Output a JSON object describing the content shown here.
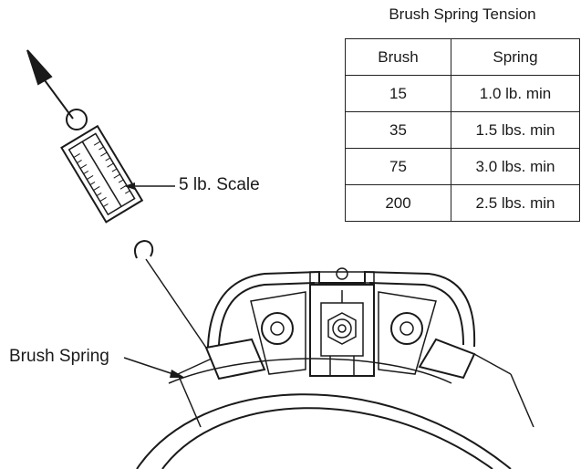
{
  "table": {
    "title": "Brush Spring Tension",
    "headers": [
      "Brush",
      "Spring"
    ],
    "rows": [
      [
        "15",
        "1.0 lb. min"
      ],
      [
        "35",
        "1.5 lbs. min"
      ],
      [
        "75",
        "3.0 lbs. min"
      ],
      [
        "200",
        "2.5 lbs. min"
      ]
    ]
  },
  "labels": {
    "scale": "5 lb. Scale",
    "brush_spring": "Brush Spring"
  }
}
